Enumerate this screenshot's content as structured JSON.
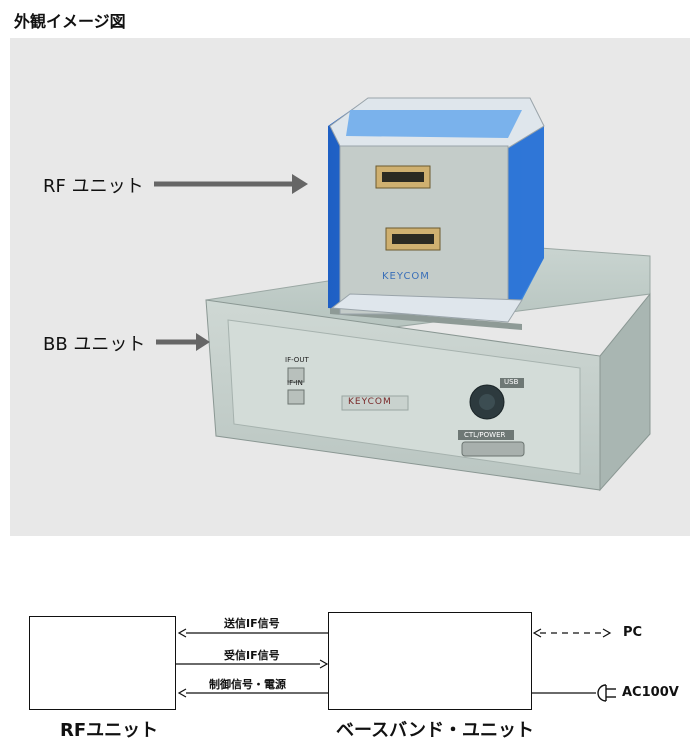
{
  "title": "外観イメージ図",
  "photo": {
    "rf_label": "RF ユニット",
    "bb_label": "BB ユニット",
    "rf_logo": "KEYCOM",
    "bb_logo": "KEYCOM",
    "port_if_out": "IF-OUT",
    "port_if_in": "IF-IN",
    "port_usb": "USB",
    "port_ctl": "CTL/POWER"
  },
  "diagram": {
    "rf_unit": "RFユニット",
    "bb_unit": "ベースバンド・ユニット",
    "signal_tx": "送信IF信号",
    "signal_rx": "受信IF信号",
    "signal_ctrl": "制御信号・電源",
    "pc": "PC",
    "ac": "AC100V"
  }
}
